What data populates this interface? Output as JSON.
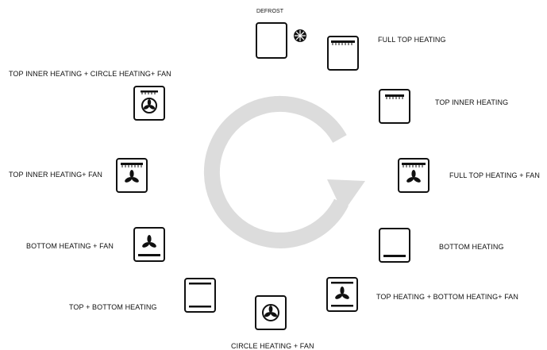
{
  "diagram": {
    "center": "clockwise-rotation-arrow",
    "modes": [
      {
        "id": "defrost",
        "label": "DEFROST",
        "icon": "defrost-icon"
      },
      {
        "id": "full-top-heating",
        "label": "FULL TOP HEATING",
        "icon": "full-top-heating-icon"
      },
      {
        "id": "top-inner-heating",
        "label": "TOP INNER HEATING",
        "icon": "top-inner-heating-icon"
      },
      {
        "id": "full-top-heating-fan",
        "label": "FULL TOP HEATING + FAN",
        "icon": "full-top-heating-fan-icon"
      },
      {
        "id": "bottom-heating",
        "label": "BOTTOM HEATING",
        "icon": "bottom-heating-icon"
      },
      {
        "id": "top-bottom-heating-fan",
        "label": "TOP HEATING + BOTTOM HEATING+ FAN",
        "icon": "top-bottom-heating-fan-icon"
      },
      {
        "id": "circle-heating-fan",
        "label": "CIRCLE HEATING + FAN",
        "icon": "circle-heating-fan-icon"
      },
      {
        "id": "top-bottom-heating",
        "label": "TOP + BOTTOM HEATING",
        "icon": "top-bottom-heating-icon"
      },
      {
        "id": "bottom-heating-fan",
        "label": "BOTTOM HEATING + FAN",
        "icon": "bottom-heating-fan-icon"
      },
      {
        "id": "top-inner-heating-fan",
        "label": "TOP INNER HEATING+ FAN",
        "icon": "top-inner-heating-fan-icon"
      },
      {
        "id": "top-inner-circle-heating-fan",
        "label": "TOP INNER HEATING + CIRCLE HEATING+ FAN",
        "icon": "top-inner-circle-heating-fan-icon"
      }
    ]
  },
  "colors": {
    "stroke": "#111111",
    "arrow": "#dcdcdc",
    "text": "#111111"
  }
}
